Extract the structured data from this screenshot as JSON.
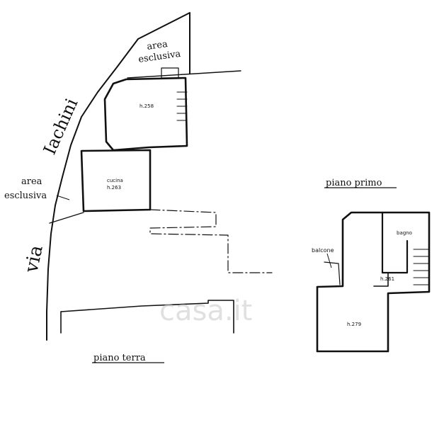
{
  "labels": {
    "via": "via",
    "iachini": "Iachini",
    "area_esclusiva_top_line1": "area",
    "area_esclusiva_top_line2": "esclusiva",
    "area_esclusiva_left_line1": "area",
    "area_esclusiva_left_line2": "esclusiva",
    "room_h258": "h.258",
    "room_cucina": "cucina",
    "room_h263": "h.263",
    "piano_primo": "piano primo",
    "piano_terra": "piano terra",
    "balcone": "balcone",
    "bagno": "bagno",
    "room_h261": "h.261",
    "room_h279": "h.279"
  },
  "watermark": "casa.it",
  "colors": {
    "ink": "#111111",
    "paper": "#ffffff",
    "watermark": "#c8c8c8"
  }
}
